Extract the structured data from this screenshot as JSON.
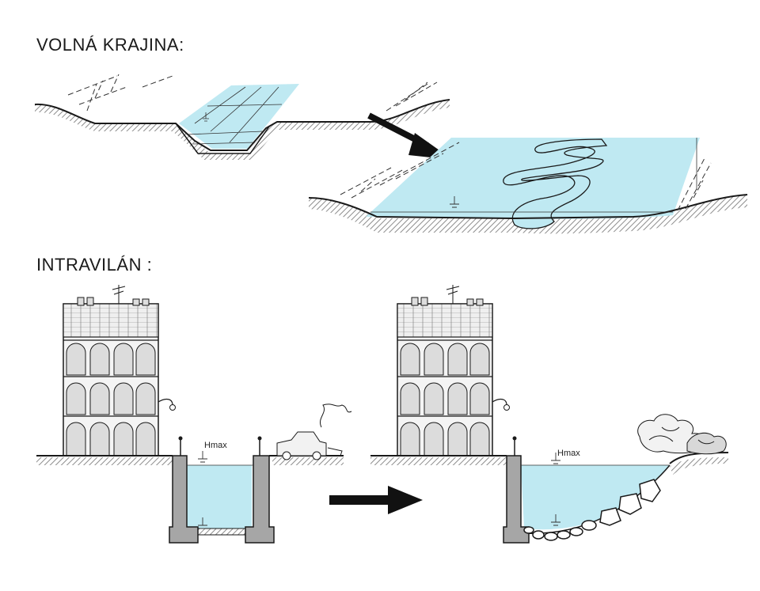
{
  "sections": {
    "open_landscape": {
      "title": "VOLNÁ KRAJINA:"
    },
    "urban_area": {
      "title": "INTRAVILÁN :"
    }
  },
  "annotations": {
    "hmax_left": "Hmax",
    "hmax_right": "Hmax"
  },
  "colors": {
    "water": "#bfe9f2",
    "ground_hatch": "#9a9a9a",
    "wall": "#a6a6a6",
    "stroke": "#1a1a1a",
    "arrow": "#111111"
  }
}
